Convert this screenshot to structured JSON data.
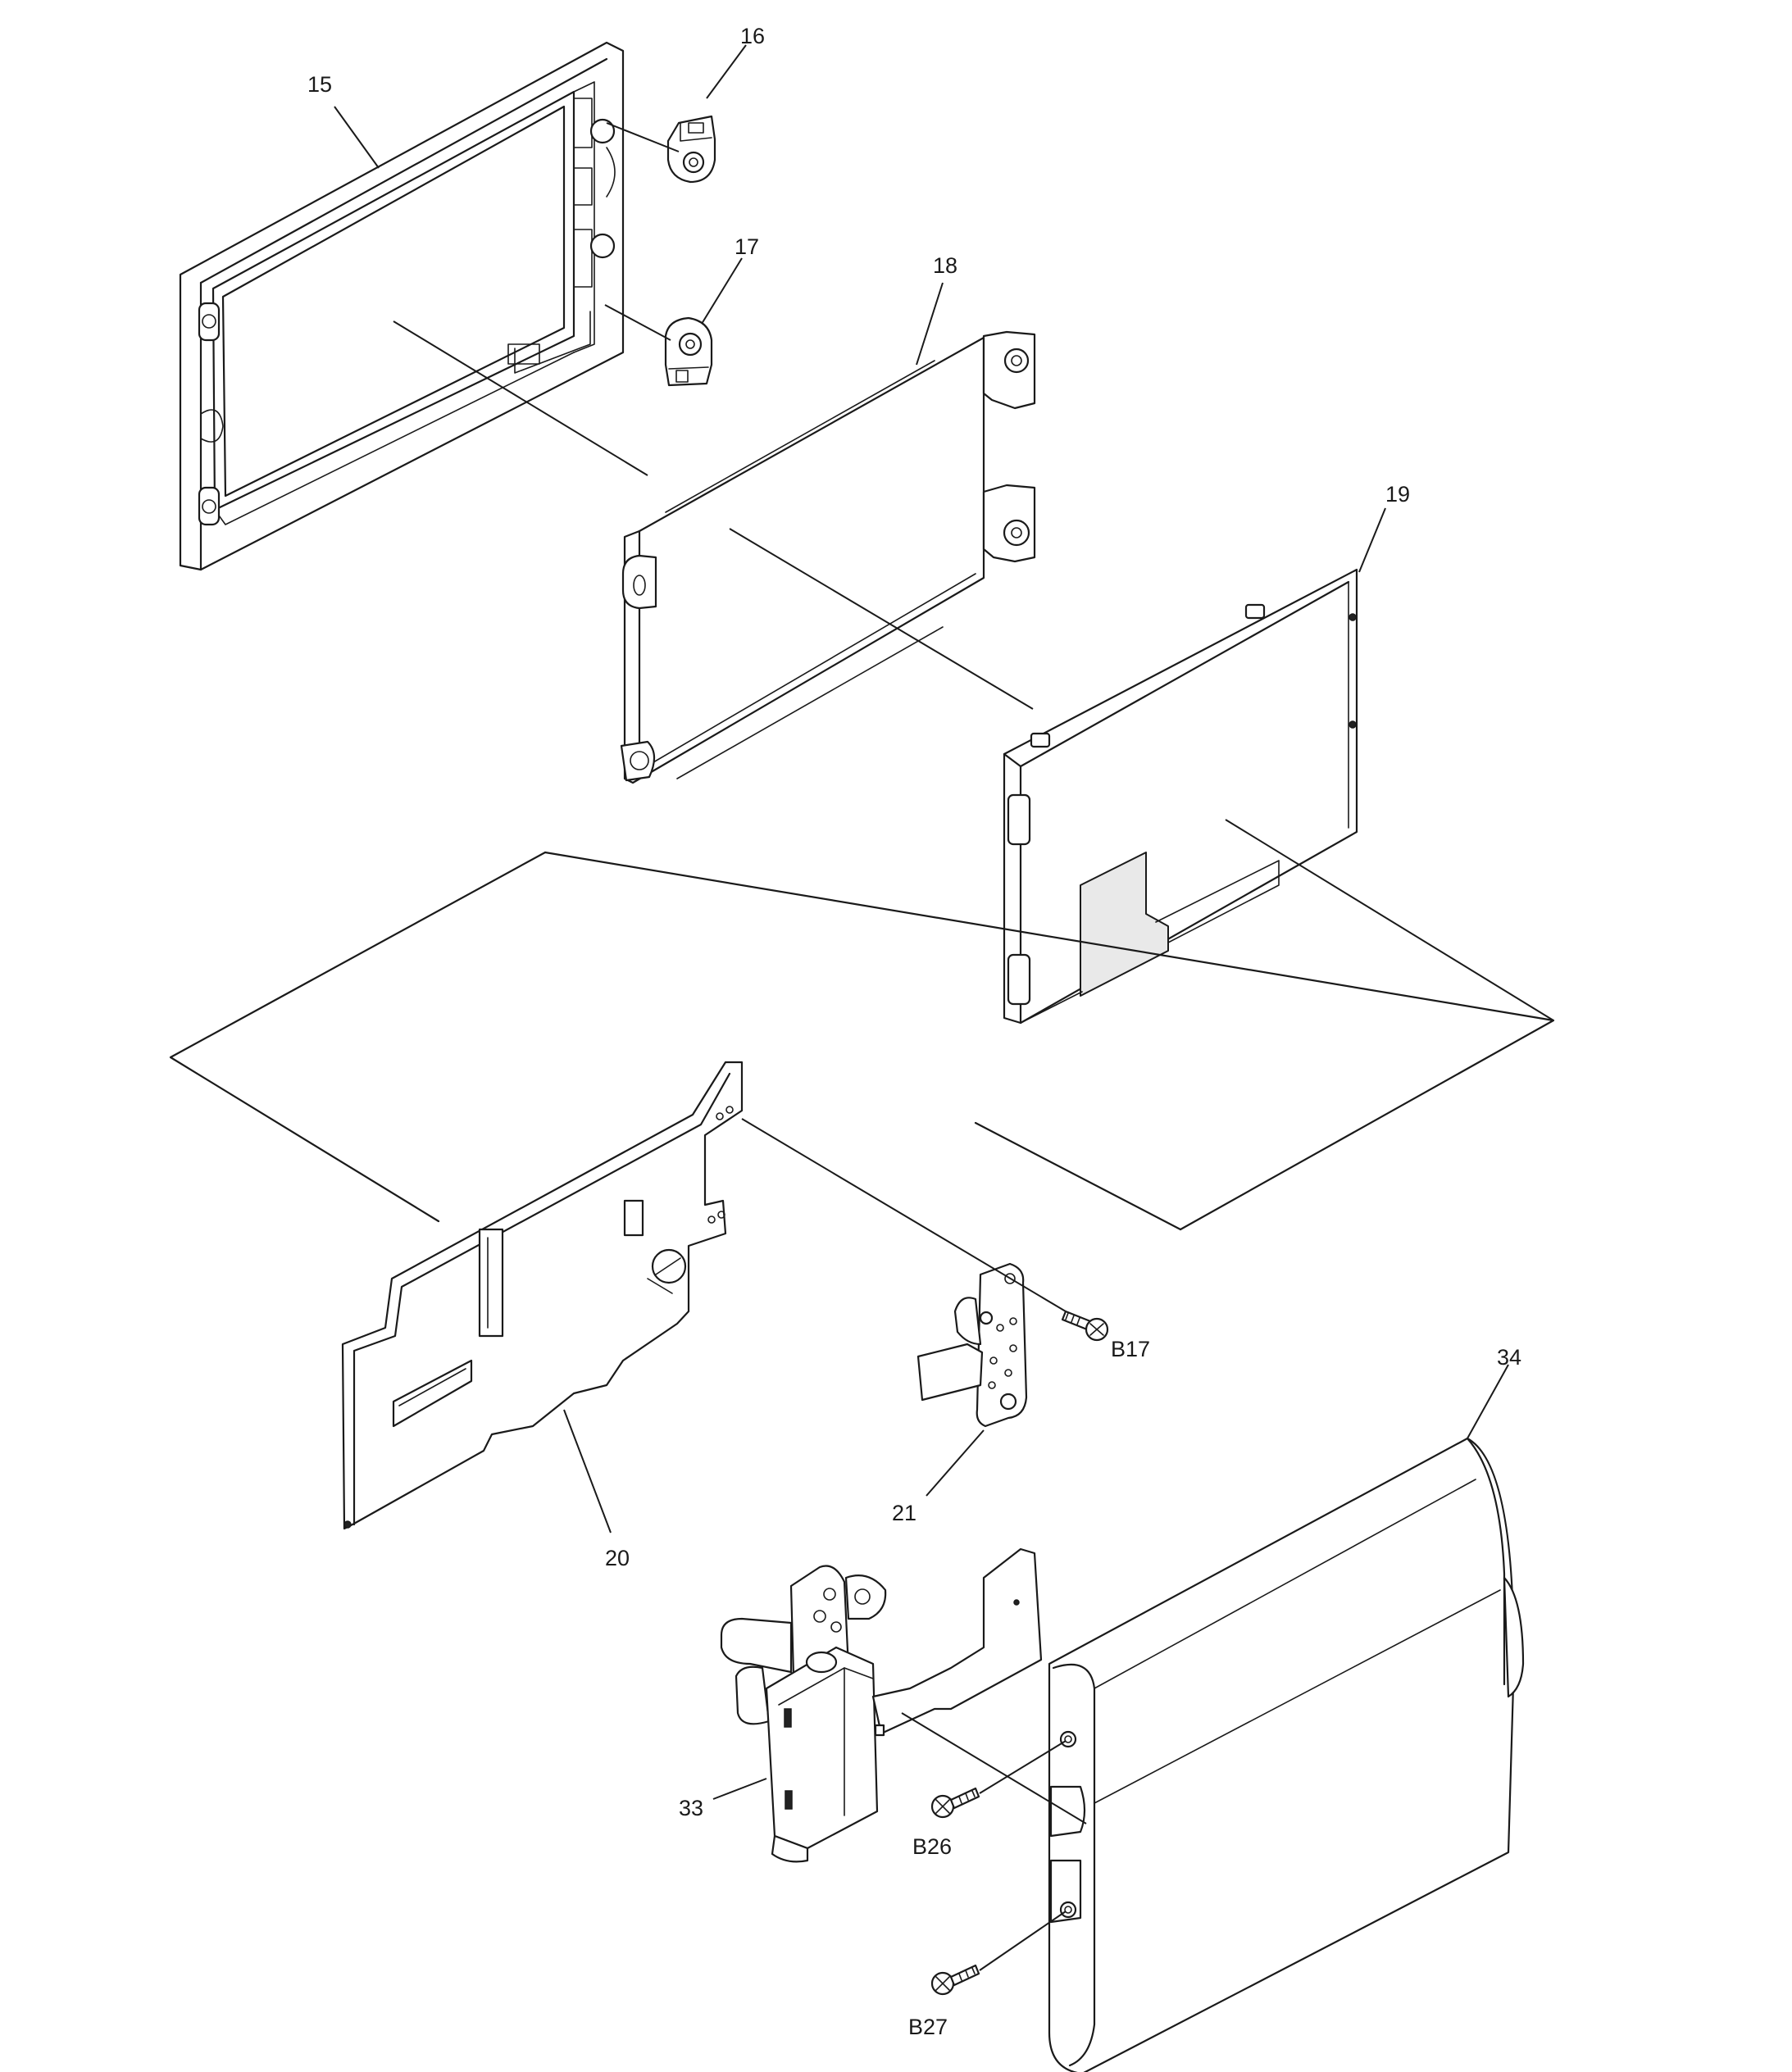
{
  "callouts": [
    {
      "id": "15",
      "text": "15"
    },
    {
      "id": "16",
      "text": "16"
    },
    {
      "id": "17",
      "text": "17"
    },
    {
      "id": "18",
      "text": "18"
    },
    {
      "id": "19",
      "text": "19"
    },
    {
      "id": "20",
      "text": "20"
    },
    {
      "id": "21",
      "text": "21"
    },
    {
      "id": "33",
      "text": "33"
    },
    {
      "id": "34",
      "text": "34"
    },
    {
      "id": "B17",
      "text": "B17"
    },
    {
      "id": "B26",
      "text": "B26"
    },
    {
      "id": "B27",
      "text": "B27"
    }
  ]
}
